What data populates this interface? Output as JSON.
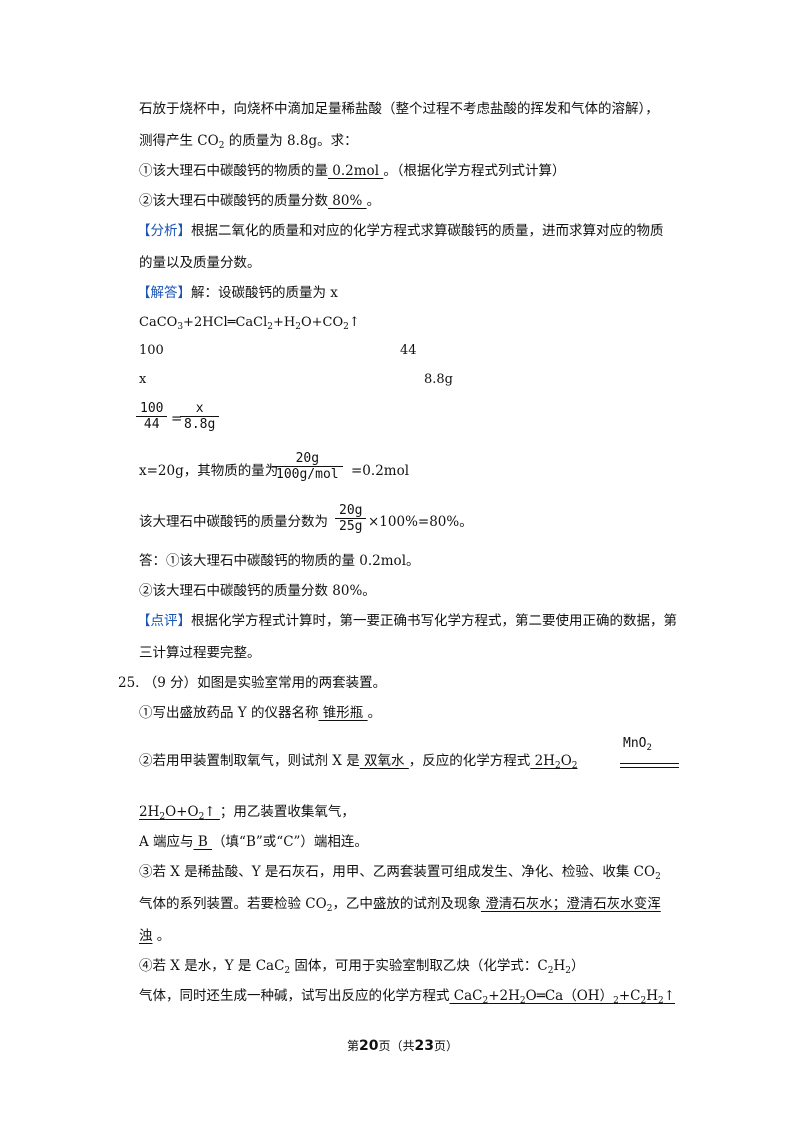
{
  "intro": {
    "line1": "石放于烧杯中，向烧杯中滴加足量稀盐酸（整个过程不考虑盐酸的挥发和气体的溶解），",
    "line2_pre": "测得产生 CO",
    "line2_post": " 的质量为 8.8g。求：",
    "q1_pre": "①该大理石中碳酸钙的物质的量",
    "q1_ans": "  0.2mol  ",
    "q1_post": "。（根据化学方程式列式计算）",
    "q2_pre": "②该大理石中碳酸钙的质量分数",
    "q2_ans": "  80%  ",
    "q2_post": "。"
  },
  "analysis": {
    "tag": "【分析】",
    "line1": "根据二氧化的质量和对应的化学方程式求算碳酸钙的质量，进而求算对应的物质",
    "line2": "的量以及质量分数。"
  },
  "solution": {
    "tag": "【解答】",
    "intro": "解：设碳酸钙的质量为 x",
    "eq_caco": "CaCO",
    "eq_mid": "+2HCl═CaCl",
    "eq_h2o": "+H",
    "eq_o": "O+CO",
    "eq_up": "↑",
    "mass_left": "100",
    "mass_right": "44",
    "var_left": "x",
    "var_right": "8.8g",
    "frac1_num": "100",
    "frac1_den": "44",
    "eq_sign": "=",
    "frac2_num": "x",
    "frac2_den": "8.8g",
    "x_result_pre": "x=20g，其物质的量为",
    "frac3_num": "20g",
    "frac3_den": "100g/mol",
    "x_result_post": "=0.2mol",
    "pct_pre": "该大理石中碳酸钙的质量分数为",
    "frac4_num": "20g",
    "frac4_den": "25g",
    "pct_post": "×100%=80%。",
    "answer1": "答：①该大理石中碳酸钙的物质的量 0.2mol。",
    "answer2": "②该大理石中碳酸钙的质量分数 80%。"
  },
  "comment": {
    "tag": "【点评】",
    "line1": "根据化学方程式计算时，第一要正确书写化学方程式，第二要使用正确的数据，第",
    "line2": "三计算过程要完整。"
  },
  "q25": {
    "head": "25.  （9 分）如图是实验室常用的两套装置。",
    "p1_pre": "①写出盛放药品 Y 的仪器名称",
    "p1_ans": "  锥形瓶  ",
    "p1_post": "。",
    "p2_pre": "②若用甲装置制取氧气，则试剂 X 是",
    "p2_ans": "  双氧水  ",
    "p2_mid": "，反应的化学方程式",
    "p2_eq_a": "  2H",
    "p2_eq_b": "O",
    "mno2": "MnO",
    "p2b_a": "2H",
    "p2b_b": "O+O",
    "p2b_up": "↑  ",
    "p2b_post": "；用乙装置收集氧气，",
    "p2c_pre": "A 端应与",
    "p2c_ans": "  B  ",
    "p2c_post": "（填“B”或“C”）端相连。",
    "p3_line1": "③若 X 是稀盐酸、Y 是石灰石，用甲、乙两套装置可组成发生、净化、检验、收集 CO",
    "p3_line2_pre": "气体的系列装置。若要检验 CO",
    "p3_line2_mid": "，乙中盛放的试剂及现象",
    "p3_ans1": "  澄清石灰水；澄清石灰水变浑",
    "p3_ans2": "浊",
    "p3_post": " 。",
    "p4_line1_pre": "④若 X 是水，Y 是 CaC",
    "p4_line1_mid": " 固体，可用于实验室制取乙炔（化学式：C",
    "p4_line1_h": "H",
    "p4_line1_post": "）",
    "p4_line2_pre": "气体，同时还生成一种碱，试写出反应的化学方程式",
    "p4_ans_a": "  CaC",
    "p4_ans_b": "+2H",
    "p4_ans_c": "O═Ca（OH）",
    "p4_ans_d": "+C",
    "p4_ans_e": "H",
    "p4_ans_f": "↑"
  },
  "footer": {
    "pre": "第",
    "page": "20",
    "mid": "页（共",
    "total": "23",
    "post": "页）"
  }
}
